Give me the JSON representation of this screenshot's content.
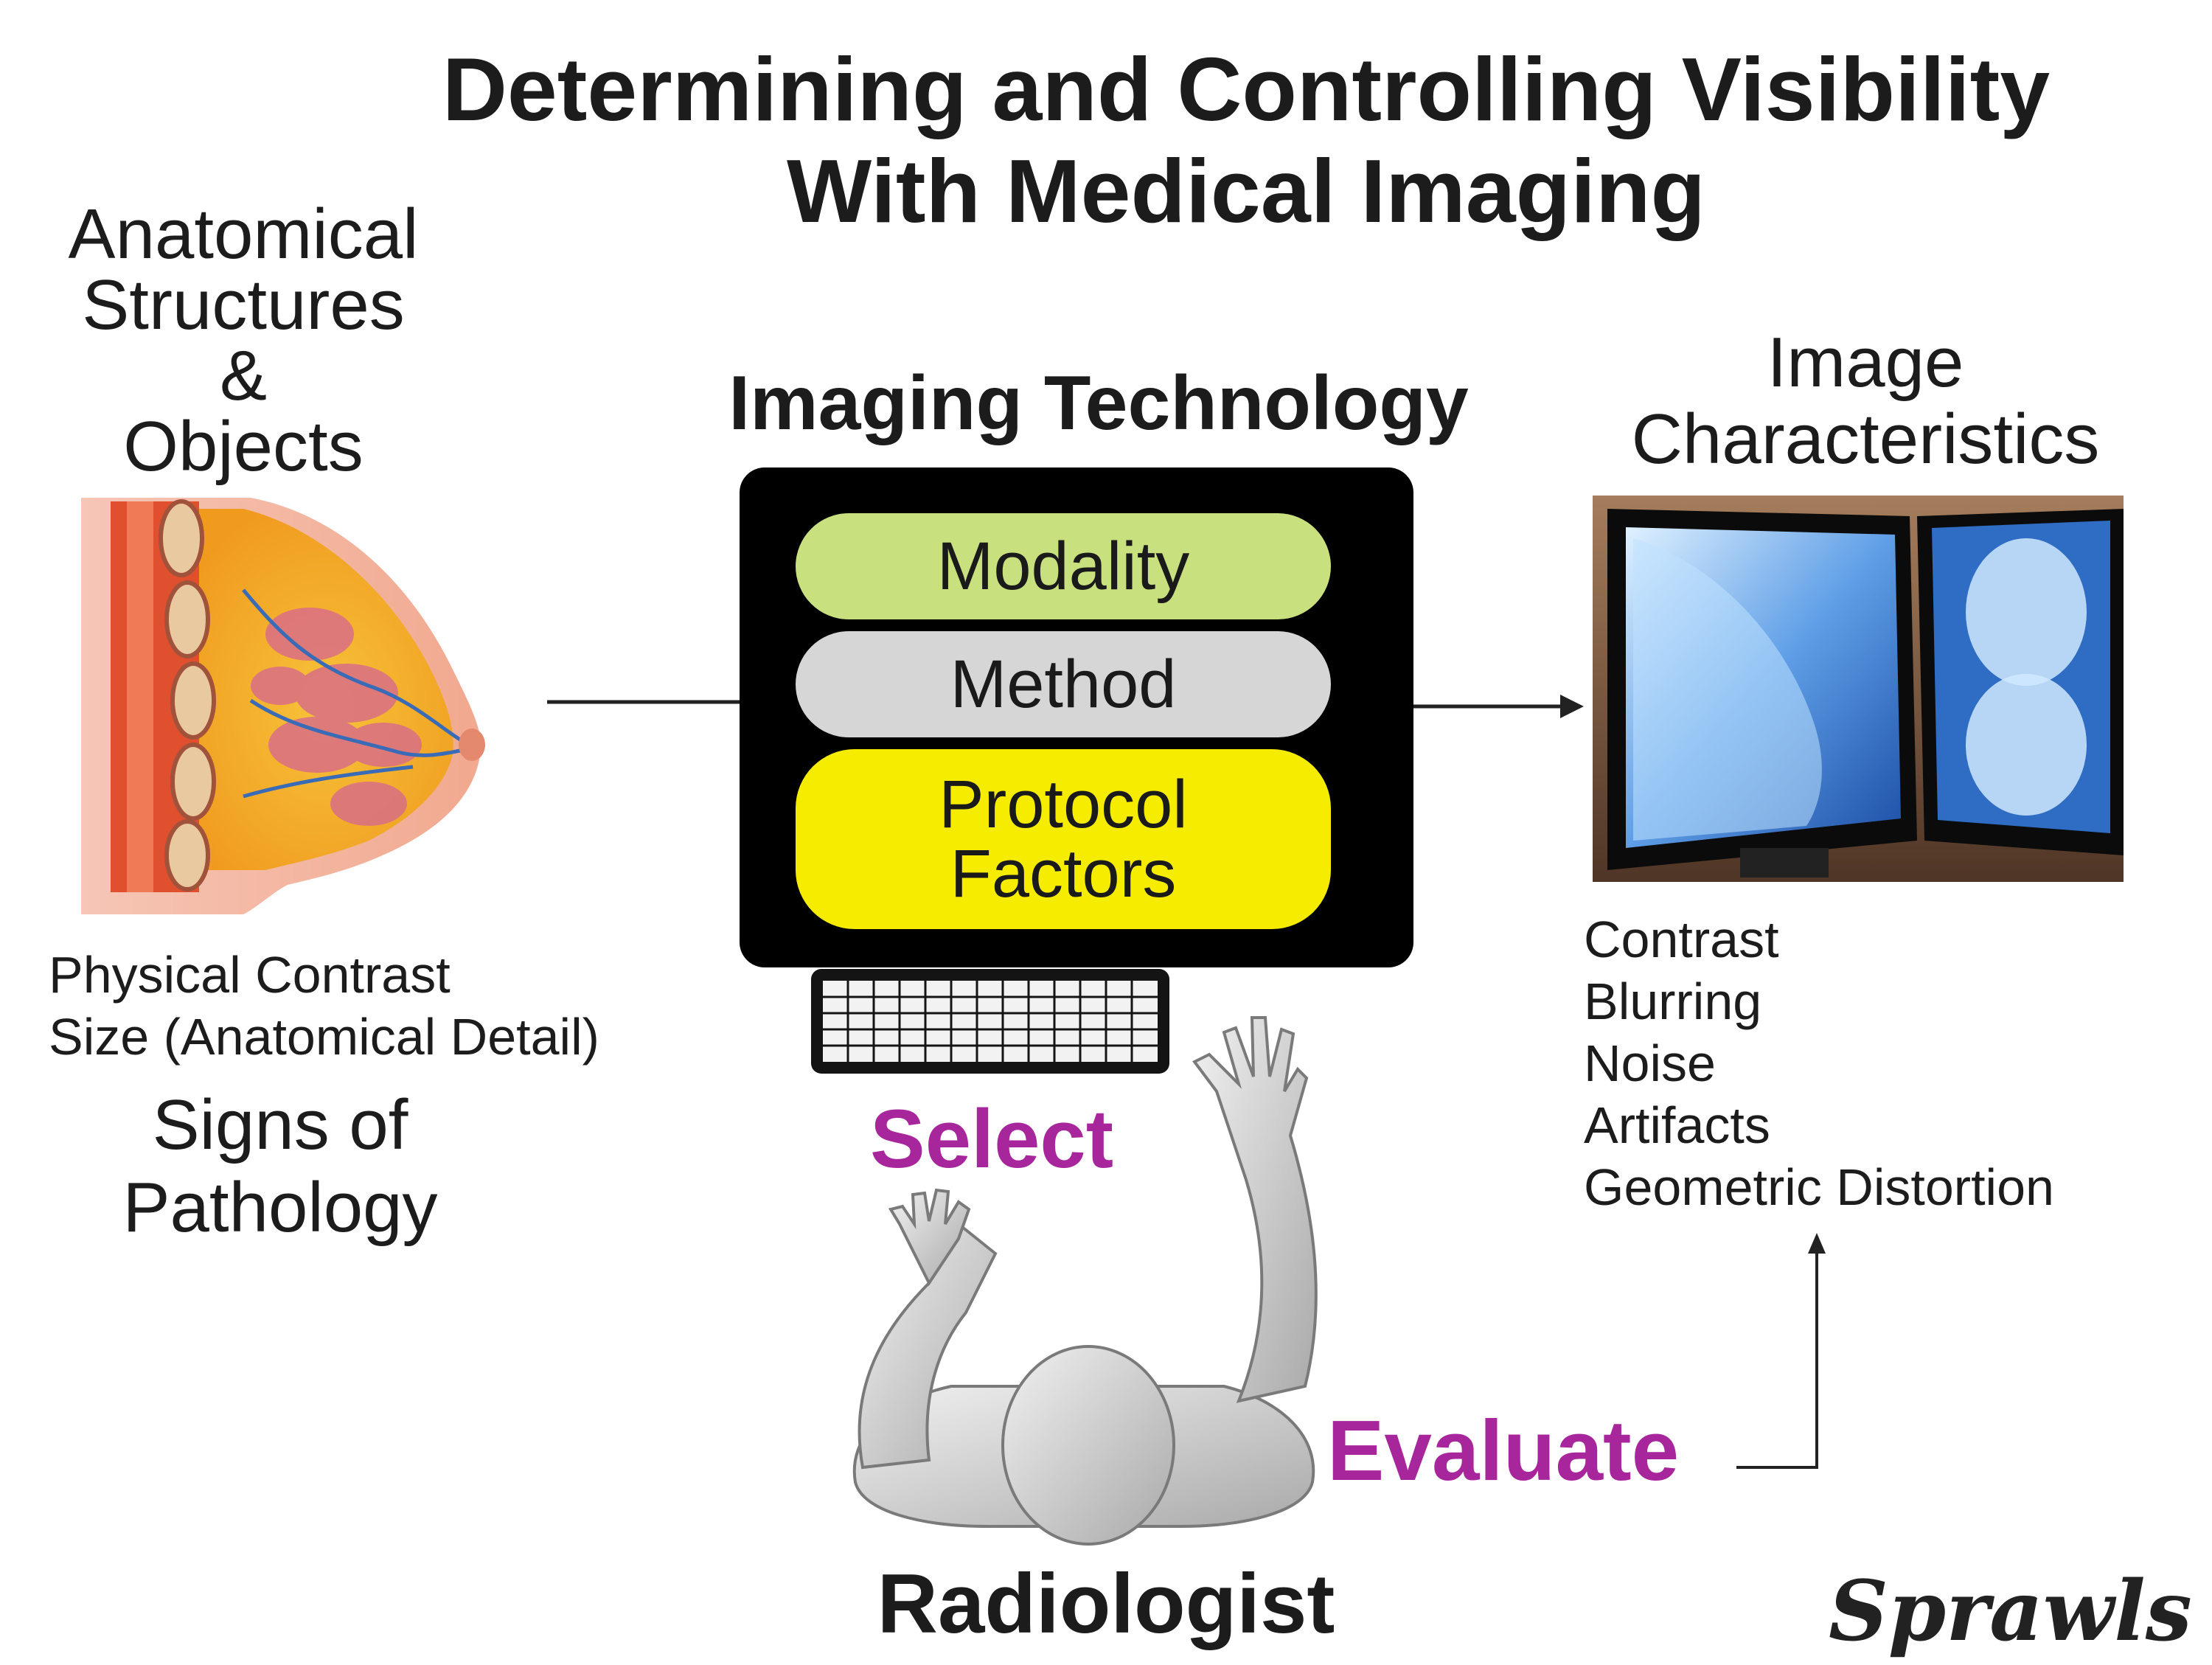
{
  "title": {
    "line1": "Determining and Controlling Visibility",
    "line2": "With Medical Imaging"
  },
  "anatomy": {
    "heading": [
      "Anatomical",
      "Structures",
      "&",
      "Objects"
    ],
    "properties": [
      "Physical Contrast",
      "Size (Anatomical Detail)"
    ],
    "signs": [
      "Signs of",
      "Pathology"
    ]
  },
  "technology": {
    "heading": "Imaging Technology",
    "modality": "Modality",
    "method": "Method",
    "protocol": [
      "Protocol",
      "Factors"
    ],
    "colors": {
      "modality": "#c9e07f",
      "method": "#d6d6d6",
      "protocol": "#f5ec00",
      "box": "#000000"
    }
  },
  "image_characteristics": {
    "heading": [
      "Image",
      "Characteristics"
    ],
    "items": [
      "Contrast",
      "Blurring",
      "Noise",
      "Artifacts",
      "Geometric Distortion"
    ]
  },
  "actions": {
    "select": "Select",
    "evaluate": "Evaluate",
    "color": "#a8269c"
  },
  "radiologist": "Radiologist",
  "signature": "Sprawls",
  "icons": [
    "breast-anatomy-illustration",
    "mammography-monitors-image",
    "keyboard-icon",
    "radiologist-figure",
    "arrow-icon"
  ]
}
